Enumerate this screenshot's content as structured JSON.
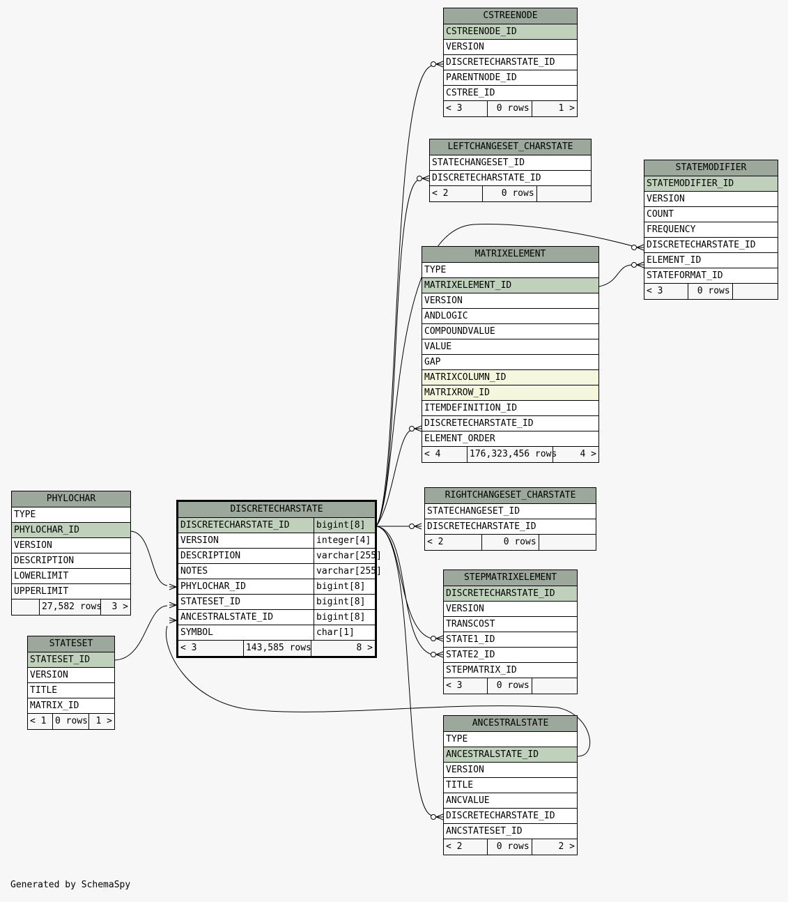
{
  "generated_label": "Generated by SchemaSpy",
  "colors": {
    "header": "#9ba89b",
    "primary_key": "#bfd1bb",
    "indexed": "#f5f7dc",
    "background": "#f7f7f7"
  },
  "tables": {
    "cstreenode": {
      "name": "CSTREENODE",
      "columns": [
        "CSTREENODE_ID",
        "VERSION",
        "DISCRETECHARSTATE_ID",
        "PARENTNODE_ID",
        "CSTREE_ID"
      ],
      "pk": [
        0
      ],
      "idx": [],
      "footer": [
        "< 3",
        "0 rows",
        "1 >"
      ]
    },
    "leftchangeset": {
      "name": "LEFTCHANGESET_CHARSTATE",
      "columns": [
        "STATECHANGESET_ID",
        "DISCRETECHARSTATE_ID"
      ],
      "pk": [],
      "idx": [],
      "footer": [
        "< 2",
        "0 rows",
        ""
      ]
    },
    "statemodifier": {
      "name": "STATEMODIFIER",
      "columns": [
        "STATEMODIFIER_ID",
        "VERSION",
        "COUNT",
        "FREQUENCY",
        "DISCRETECHARSTATE_ID",
        "ELEMENT_ID",
        "STATEFORMAT_ID"
      ],
      "pk": [
        0
      ],
      "idx": [],
      "footer": [
        "< 3",
        "0 rows",
        ""
      ]
    },
    "matrixelement": {
      "name": "MATRIXELEMENT",
      "columns": [
        "TYPE",
        "MATRIXELEMENT_ID",
        "VERSION",
        "ANDLOGIC",
        "COMPOUNDVALUE",
        "VALUE",
        "GAP",
        "MATRIXCOLUMN_ID",
        "MATRIXROW_ID",
        "ITEMDEFINITION_ID",
        "DISCRETECHARSTATE_ID",
        "ELEMENT_ORDER"
      ],
      "pk": [
        1
      ],
      "idx": [
        7,
        8
      ],
      "footer": [
        "< 4",
        "176,323,456 rows",
        "4 >"
      ]
    },
    "phylochar": {
      "name": "PHYLOCHAR",
      "columns": [
        "TYPE",
        "PHYLOCHAR_ID",
        "VERSION",
        "DESCRIPTION",
        "LOWERLIMIT",
        "UPPERLIMIT"
      ],
      "pk": [
        1
      ],
      "idx": [],
      "footer": [
        "",
        "27,582 rows",
        "3 >"
      ]
    },
    "discretecharstate": {
      "name": "DISCRETECHARSTATE",
      "columns": [
        "DISCRETECHARSTATE_ID",
        "VERSION",
        "DESCRIPTION",
        "NOTES",
        "PHYLOCHAR_ID",
        "STATESET_ID",
        "ANCESTRALSTATE_ID",
        "SYMBOL"
      ],
      "types": [
        "bigint[8]",
        "integer[4]",
        "varchar[255]",
        "varchar[255]",
        "bigint[8]",
        "bigint[8]",
        "bigint[8]",
        "char[1]"
      ],
      "pk": [
        0
      ],
      "idx": [],
      "footer": [
        "< 3",
        "143,585 rows",
        "8 >"
      ]
    },
    "rightchangeset": {
      "name": "RIGHTCHANGESET_CHARSTATE",
      "columns": [
        "STATECHANGESET_ID",
        "DISCRETECHARSTATE_ID"
      ],
      "pk": [],
      "idx": [],
      "footer": [
        "< 2",
        "0 rows",
        ""
      ]
    },
    "stepmatrixelement": {
      "name": "STEPMATRIXELEMENT",
      "columns": [
        "DISCRETECHARSTATE_ID",
        "VERSION",
        "TRANSCOST",
        "STATE1_ID",
        "STATE2_ID",
        "STEPMATRIX_ID"
      ],
      "pk": [
        0
      ],
      "idx": [],
      "footer": [
        "< 3",
        "0 rows",
        ""
      ]
    },
    "stateset": {
      "name": "STATESET",
      "columns": [
        "STATESET_ID",
        "VERSION",
        "TITLE",
        "MATRIX_ID"
      ],
      "pk": [
        0
      ],
      "idx": [],
      "footer": [
        "< 1",
        "0 rows",
        "1 >"
      ]
    },
    "ancestralstate": {
      "name": "ANCESTRALSTATE",
      "columns": [
        "TYPE",
        "ANCESTRALSTATE_ID",
        "VERSION",
        "TITLE",
        "ANCVALUE",
        "DISCRETECHARSTATE_ID",
        "ANCSTATESET_ID"
      ],
      "pk": [
        1
      ],
      "idx": [],
      "footer": [
        "< 2",
        "0 rows",
        "2 >"
      ]
    }
  }
}
